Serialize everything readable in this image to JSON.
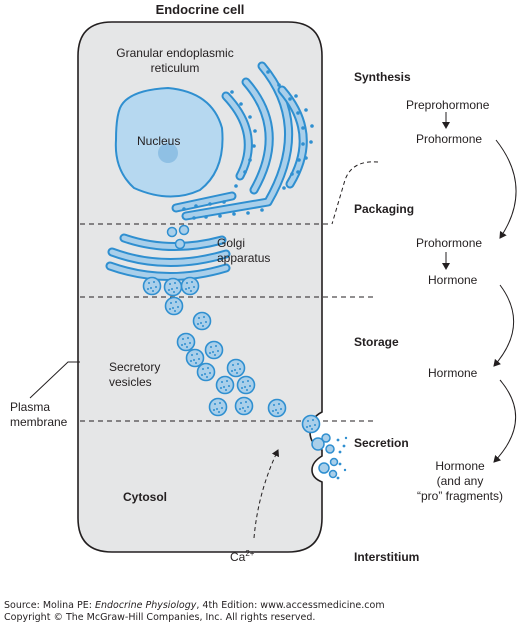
{
  "title": "Endocrine cell",
  "cell_labels": {
    "er": "Granular endoplasmic\nreticulum",
    "nucleus": "Nucleus",
    "golgi": "Golgi\napparatus",
    "vesicles": "Secretory\nvesicles",
    "plasma_membrane": "Plasma\nmembrane",
    "cytosol": "Cytosol",
    "calcium": "Ca",
    "calcium_sup": "2+"
  },
  "stages": [
    "Synthesis",
    "Packaging",
    "Storage",
    "Secretion",
    "Interstitium"
  ],
  "products": {
    "preprohormone": "Preprohormone",
    "prohormone_1": "Prohormone",
    "prohormone_2": "Prohormone",
    "hormone_1": "Hormone",
    "hormone_2": "Hormone",
    "hormone_3": "Hormone\n(and any\n“pro” fragments)"
  },
  "source": {
    "prefix": "Source: Molina PE: ",
    "book": "Endocrine Physiology",
    "suffix": ", 4th Edition: www.accessmedicine.com",
    "copyright": "Copyright © The McGraw-Hill Companies, Inc. All rights reserved."
  },
  "colors": {
    "cell_fill": "#e5e6e7",
    "organelle_fill": "#a9cfea",
    "organelle_stroke": "#2f8fd0",
    "nucleus_fill": "#b6d8f0",
    "text": "#231f20"
  }
}
